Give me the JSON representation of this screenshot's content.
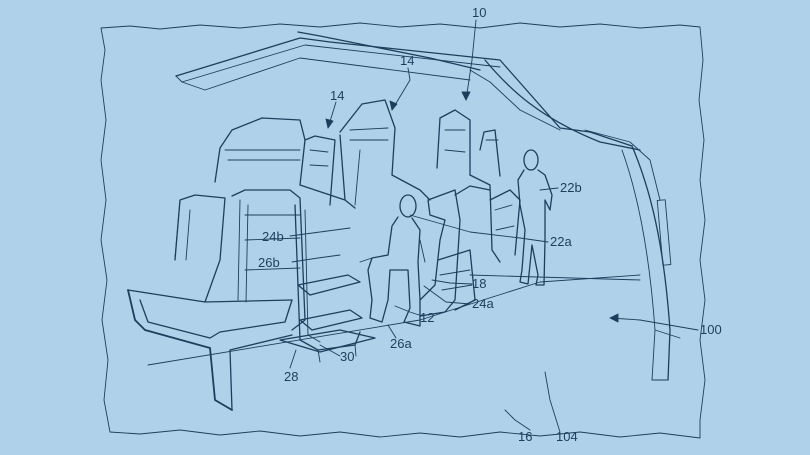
{
  "figure": {
    "background_color": "#afd2ea",
    "ink_color": "#1d3f5c",
    "callouts": [
      {
        "id": "c10",
        "text": "10"
      },
      {
        "id": "c14a",
        "text": "14"
      },
      {
        "id": "c14b",
        "text": "14"
      },
      {
        "id": "c22b",
        "text": "22b"
      },
      {
        "id": "c22a",
        "text": "22a"
      },
      {
        "id": "c24b",
        "text": "24b"
      },
      {
        "id": "c26b",
        "text": "26b"
      },
      {
        "id": "c18",
        "text": "18"
      },
      {
        "id": "c24a",
        "text": "24a"
      },
      {
        "id": "c12",
        "text": "12"
      },
      {
        "id": "c26a",
        "text": "26a"
      },
      {
        "id": "c30",
        "text": "30"
      },
      {
        "id": "c28",
        "text": "28"
      },
      {
        "id": "c100",
        "text": "100"
      },
      {
        "id": "c16",
        "text": "16"
      },
      {
        "id": "c104",
        "text": "104"
      }
    ]
  }
}
